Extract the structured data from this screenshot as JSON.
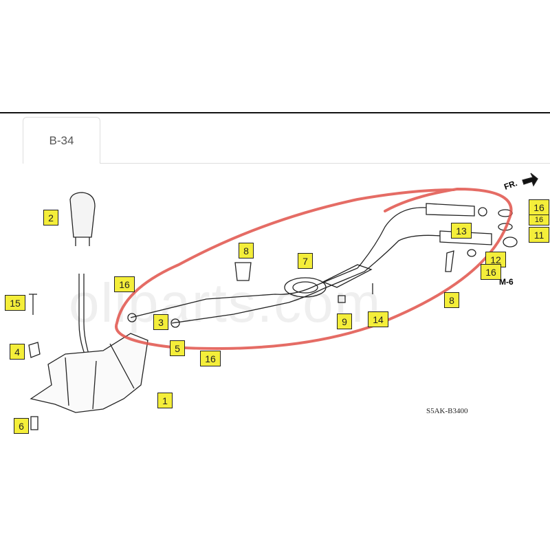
{
  "tab": {
    "label": "B-34"
  },
  "watermark": "oliparts.com",
  "diagram_code": "S5AK-B3400",
  "direction_marker": "FR.",
  "ref_marker": "M-6",
  "highlight_color": "#e0524a",
  "label_color": "#f4ee3a",
  "callouts": [
    "1",
    "2",
    "3",
    "4",
    "5",
    "6",
    "7",
    "8",
    "8",
    "9",
    "11",
    "12",
    "13",
    "14",
    "15",
    "16",
    "16",
    "16",
    "16",
    "16"
  ]
}
